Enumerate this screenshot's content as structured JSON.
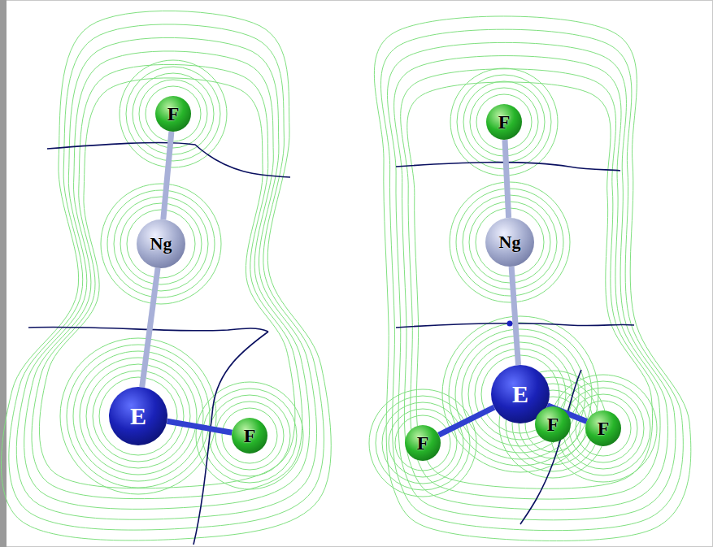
{
  "diagram": {
    "nodes": [
      {
        "text": [
          "F"
        ]
      },
      {
        "text": [
          "Ng"
        ]
      },
      {
        "text": [
          "E"
        ]
      },
      {
        "text": [
          "F"
        ]
      },
      {
        "text": [
          "F"
        ]
      },
      {
        "text": [
          "Ng"
        ]
      },
      {
        "text": [
          "E"
        ]
      },
      {
        "text": [
          "F"
        ]
      },
      {
        "text": [
          "F"
        ]
      },
      {
        "text": [
          "F"
        ]
      }
    ],
    "edges": [
      {
        "from": 0,
        "to": 1,
        "arrow": "none"
      },
      {
        "from": 1,
        "to": 2,
        "arrow": "none"
      },
      {
        "from": 2,
        "to": 3,
        "arrow": "none"
      },
      {
        "from": 4,
        "to": 5,
        "arrow": "none"
      },
      {
        "from": 5,
        "to": 6,
        "arrow": "none"
      },
      {
        "from": 6,
        "to": 7,
        "arrow": "none"
      },
      {
        "from": 6,
        "to": 8,
        "arrow": "none"
      },
      {
        "from": 6,
        "to": 9,
        "arrow": "none"
      }
    ]
  }
}
